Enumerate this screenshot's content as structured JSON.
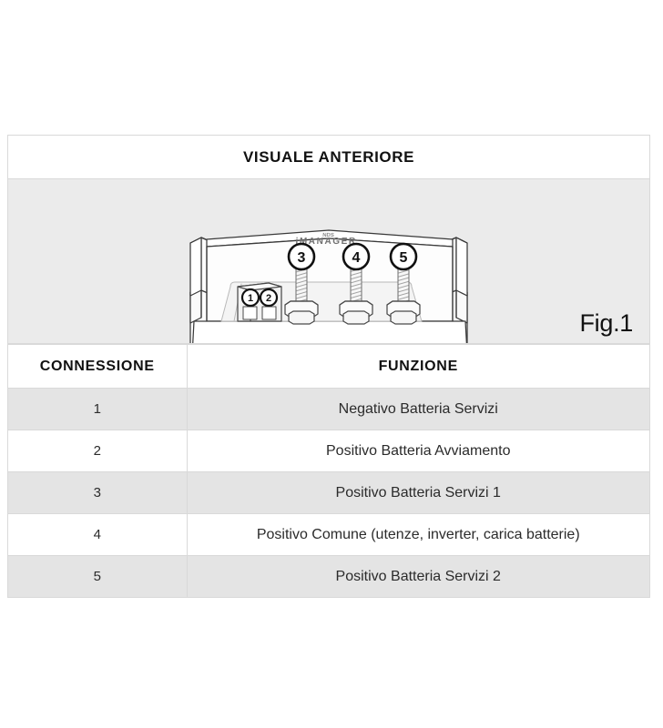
{
  "figure_panel": {
    "title": "VISUALE ANTERIORE",
    "figure_label": "Fig.1",
    "device": {
      "brand": "NDS",
      "model": "iMANAGER",
      "callouts": [
        "1",
        "2",
        "3",
        "4",
        "5"
      ]
    }
  },
  "table": {
    "columns": [
      "CONNESSIONE",
      "FUNZIONE"
    ],
    "rows": [
      {
        "connessione": "1",
        "funzione": "Negativo Batteria Servizi"
      },
      {
        "connessione": "2",
        "funzione": "Positivo Batteria Avviamento"
      },
      {
        "connessione": "3",
        "funzione": "Positivo Batteria Servizi 1"
      },
      {
        "connessione": "4",
        "funzione": "Positivo Comune (utenze, inverter, carica batterie)"
      },
      {
        "connessione": "5",
        "funzione": "Positivo Batteria Servizi 2"
      }
    ]
  },
  "colors": {
    "page_background": "#ffffff",
    "figure_background": "#ebebeb",
    "row_alt_background": "#e4e4e4",
    "border": "#d9d9d9",
    "text": "#111111"
  }
}
